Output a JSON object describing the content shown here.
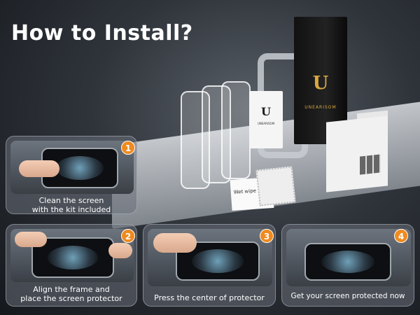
{
  "title": "How to Install?",
  "scene": {
    "box_brand": "UNEARISOM",
    "box_logo": "U",
    "card_logo": "U",
    "card_brand": "UNEARISOM",
    "wet_wipe_label": "Wet wipe"
  },
  "steps": [
    {
      "number": "1",
      "caption_line1": "Clean the screen",
      "caption_line2": "with the kit included"
    },
    {
      "number": "2",
      "caption_line1": "Align the frame and",
      "caption_line2": "place the screen protector"
    },
    {
      "number": "3",
      "caption_line1": "Press the center of protector",
      "caption_line2": ""
    },
    {
      "number": "4",
      "caption_line1": "Get your screen protected now",
      "caption_line2": ""
    }
  ],
  "colors": {
    "badge": "#f08a1e",
    "title": "#ffffff",
    "panel": "#69707a"
  }
}
